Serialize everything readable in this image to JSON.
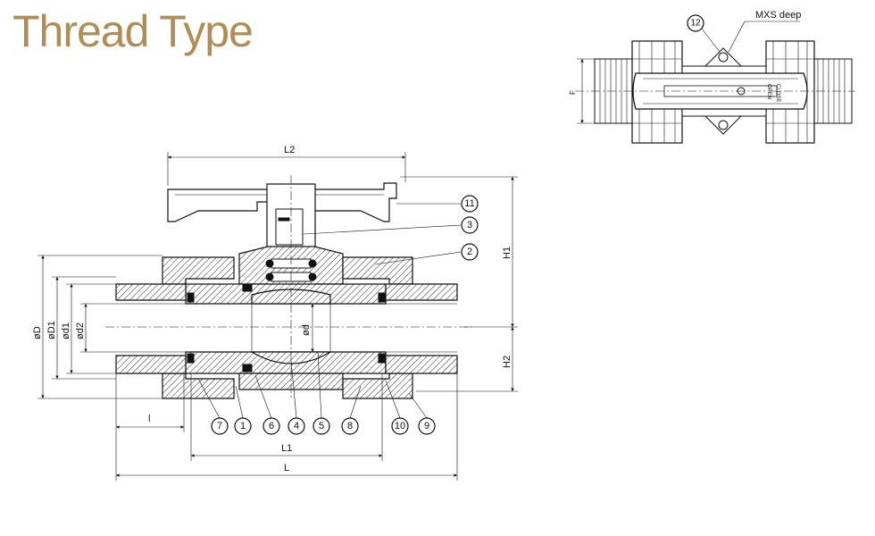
{
  "title": "Thread Type",
  "colors": {
    "title": "#b08d57",
    "line": "#111111"
  },
  "dimensions": {
    "L": "L",
    "L1": "L1",
    "L2": "L2",
    "l": "l",
    "H1": "H1",
    "H2": "H2",
    "D": "øD",
    "D1": "øD1",
    "d1": "ød1",
    "d2": "ød2",
    "d": "ød",
    "F": "F"
  },
  "callouts": [
    "1",
    "2",
    "3",
    "4",
    "5",
    "6",
    "7",
    "8",
    "9",
    "10",
    "11",
    "12"
  ],
  "top_view": {
    "mxs_label": "MXS deep",
    "open_label": "OPEN",
    "close_label": "CLOSE"
  }
}
